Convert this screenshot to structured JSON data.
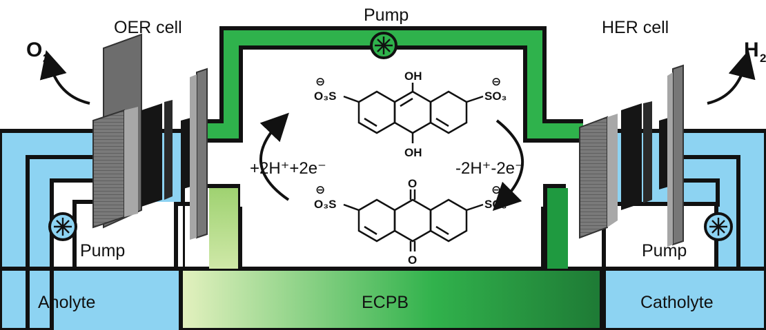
{
  "labels": {
    "oer_cell": "OER cell",
    "her_cell": "HER cell",
    "pump_top": "Pump",
    "pump_left": "Pump",
    "pump_right": "Pump",
    "anolyte": "Anolyte",
    "catholyte": "Catholyte",
    "ecpb": "ECPB",
    "o2": "O",
    "o2_sub": "2",
    "h2": "H",
    "h2_sub": "2",
    "reduction": "+2H⁺+2e⁻",
    "oxidation": "-2H⁺-2e⁻"
  },
  "molecule_top": {
    "oh_top": "OH",
    "oh_bottom": "OH",
    "left_group": "O₃S",
    "right_group": "SO₃",
    "charge": "⊖"
  },
  "molecule_bottom": {
    "o_top": "O",
    "o_bottom": "O",
    "left_group": "O₃S",
    "right_group": "SO₃",
    "charge": "⊖"
  },
  "colors": {
    "electrolyte_blue": "#8dd3f2",
    "ecpb_green": "#1fae4b",
    "ecpb_light": "#d6ebb2",
    "electrode_gray": "#8a8a8a",
    "membrane_black": "#151515"
  }
}
